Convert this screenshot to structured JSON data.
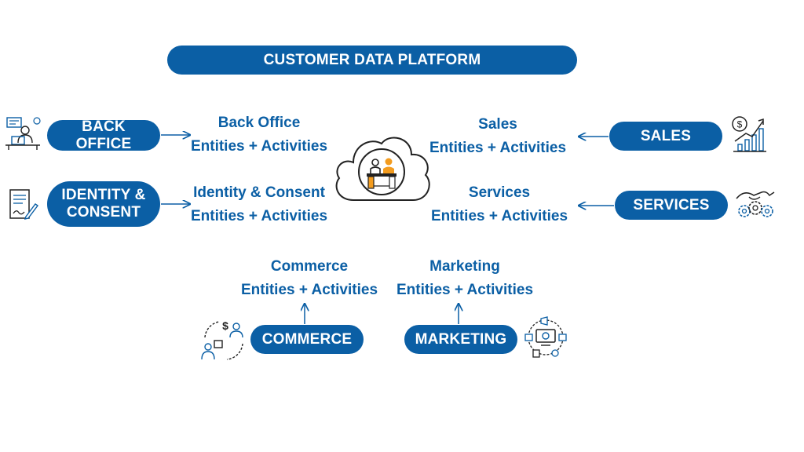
{
  "title": "CUSTOMER DATA PLATFORM",
  "colors": {
    "primary": "#0b5fa5",
    "accent": "#f39c1f",
    "line": "#222222"
  },
  "sources": {
    "back_office": {
      "pill": [
        "BACK OFFICE"
      ],
      "label": [
        "Back Office",
        "Entities + Activities"
      ],
      "icon": "office-worker-icon"
    },
    "identity": {
      "pill": [
        "IDENTITY &",
        "CONSENT"
      ],
      "label": [
        "Identity & Consent",
        "Entities + Activities"
      ],
      "icon": "document-sign-icon"
    },
    "sales": {
      "pill": [
        "SALES"
      ],
      "label": [
        "Sales",
        "Entities + Activities"
      ],
      "icon": "sales-growth-icon"
    },
    "services": {
      "pill": [
        "SERVICES"
      ],
      "label": [
        "Services",
        "Entities + Activities"
      ],
      "icon": "service-gears-icon"
    },
    "commerce": {
      "pill": [
        "COMMERCE"
      ],
      "label": [
        "Commerce",
        "Entities + Activities"
      ],
      "icon": "commerce-exchange-icon"
    },
    "marketing": {
      "pill": [
        "MARKETING"
      ],
      "label": [
        "Marketing",
        "Entities + Activities"
      ],
      "icon": "marketing-monitor-icon"
    }
  },
  "center": {
    "icon": "cloud-people-icon"
  }
}
